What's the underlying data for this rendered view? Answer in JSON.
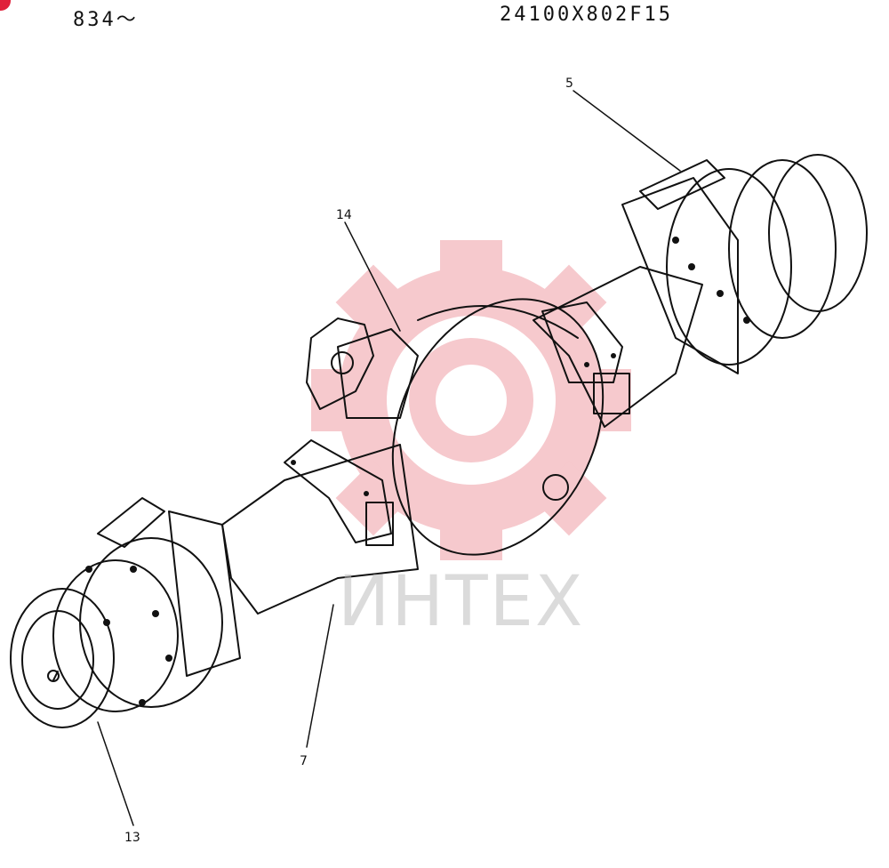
{
  "header": {
    "serial_range": "834～",
    "part_number": "24100X802F15"
  },
  "callouts": [
    {
      "id": "5",
      "label": "5"
    },
    {
      "id": "14",
      "label": "14"
    },
    {
      "id": "7",
      "label": "7"
    },
    {
      "id": "13",
      "label": "13"
    }
  ],
  "watermark": {
    "text": "ИНТЕХ",
    "color": "#e0213a"
  }
}
